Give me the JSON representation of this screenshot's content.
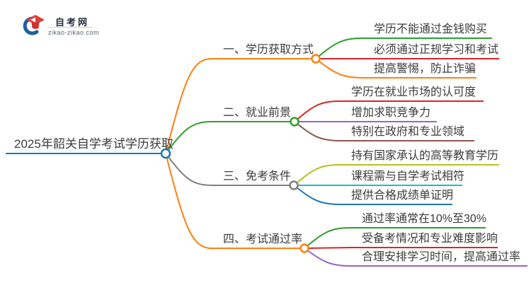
{
  "page": {
    "background": "#ffffff",
    "text_color": "#3c3c3c"
  },
  "logo": {
    "site_name": "自考网",
    "site_url": "zikao-zikao.com",
    "cap_color": "#e03c38",
    "cap_dark_color": "#d32f2f",
    "swoosh_color": "#1c5f9e",
    "name_color": "#28313e",
    "url_color": "#5a6672"
  },
  "palette": {
    "blue": "#1f77b4",
    "orange": "#ff7f0e",
    "green": "#2ca02c",
    "red": "#d62728",
    "purple": "#9467bd",
    "brown": "#8c564b",
    "gray": "#7f7f7f",
    "olive": "#bcbd22",
    "cyan": "#17becf"
  },
  "mindmap": {
    "root": {
      "label": "2025年韶关自学考试学历获取",
      "color": "blue"
    },
    "branches": [
      {
        "label": "一、学历获取方式",
        "color": "orange",
        "children": [
          {
            "label": "学历不能通过金钱购买",
            "color": "green"
          },
          {
            "label": "必须通过正规学习和考试",
            "color": "red"
          },
          {
            "label": "提高警惕，防止诈骗",
            "color": "orange"
          }
        ]
      },
      {
        "label": "二、就业前景",
        "color": "green",
        "children": [
          {
            "label": "学历在就业市场的认可度",
            "color": "red"
          },
          {
            "label": "增加求职竞争力",
            "color": "purple"
          },
          {
            "label": "特别在政府和专业领域",
            "color": "brown"
          }
        ]
      },
      {
        "label": "三、免考条件",
        "color": "gray",
        "children": [
          {
            "label": "持有国家承认的高等教育学历",
            "color": "olive"
          },
          {
            "label": "课程需与自学考试相符",
            "color": "cyan"
          },
          {
            "label": "提供合格成绩单证明",
            "color": "blue"
          }
        ]
      },
      {
        "label": "四、考试通过率",
        "color": "orange",
        "children": [
          {
            "label": "通过率通常在10%至30%",
            "color": "green"
          },
          {
            "label": "受备考情况和专业难度影响",
            "color": "red"
          },
          {
            "label": "合理安排学习时间，提高通过率",
            "color": "purple"
          }
        ]
      }
    ]
  }
}
